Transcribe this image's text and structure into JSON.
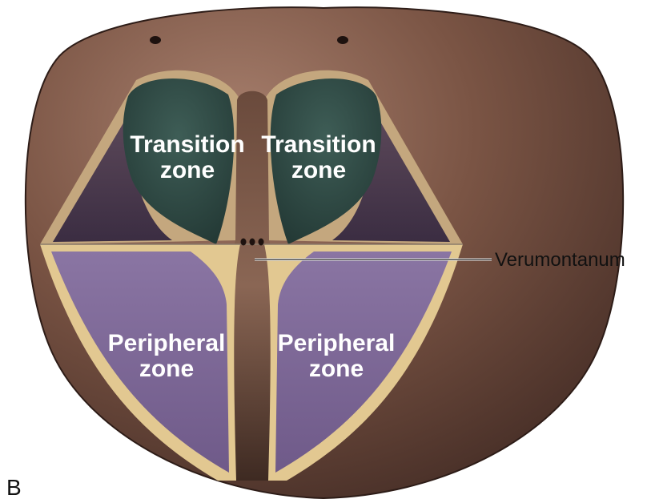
{
  "panel_letter": "B",
  "zones": {
    "transition_left": {
      "line1": "Transition",
      "line2": "zone"
    },
    "transition_right": {
      "line1": "Transition",
      "line2": "zone"
    },
    "peripheral_left": {
      "line1": "Peripheral",
      "line2": "zone"
    },
    "peripheral_right": {
      "line1": "Peripheral",
      "line2": "zone"
    }
  },
  "callouts": {
    "verumontanum": "Verumontanum"
  },
  "colors": {
    "capsule": "#6b4a3c",
    "capsule_dark": "#3d2721",
    "stroma_border": "#c4a77e",
    "central_zone": "#4a3a52",
    "transition_zone": "#334d47",
    "peripheral_zone": "#7b6695",
    "peripheral_border": "#e2c891",
    "verumontanum_area": "#7c5c4b",
    "accent_teal": "#6aa6ad"
  }
}
